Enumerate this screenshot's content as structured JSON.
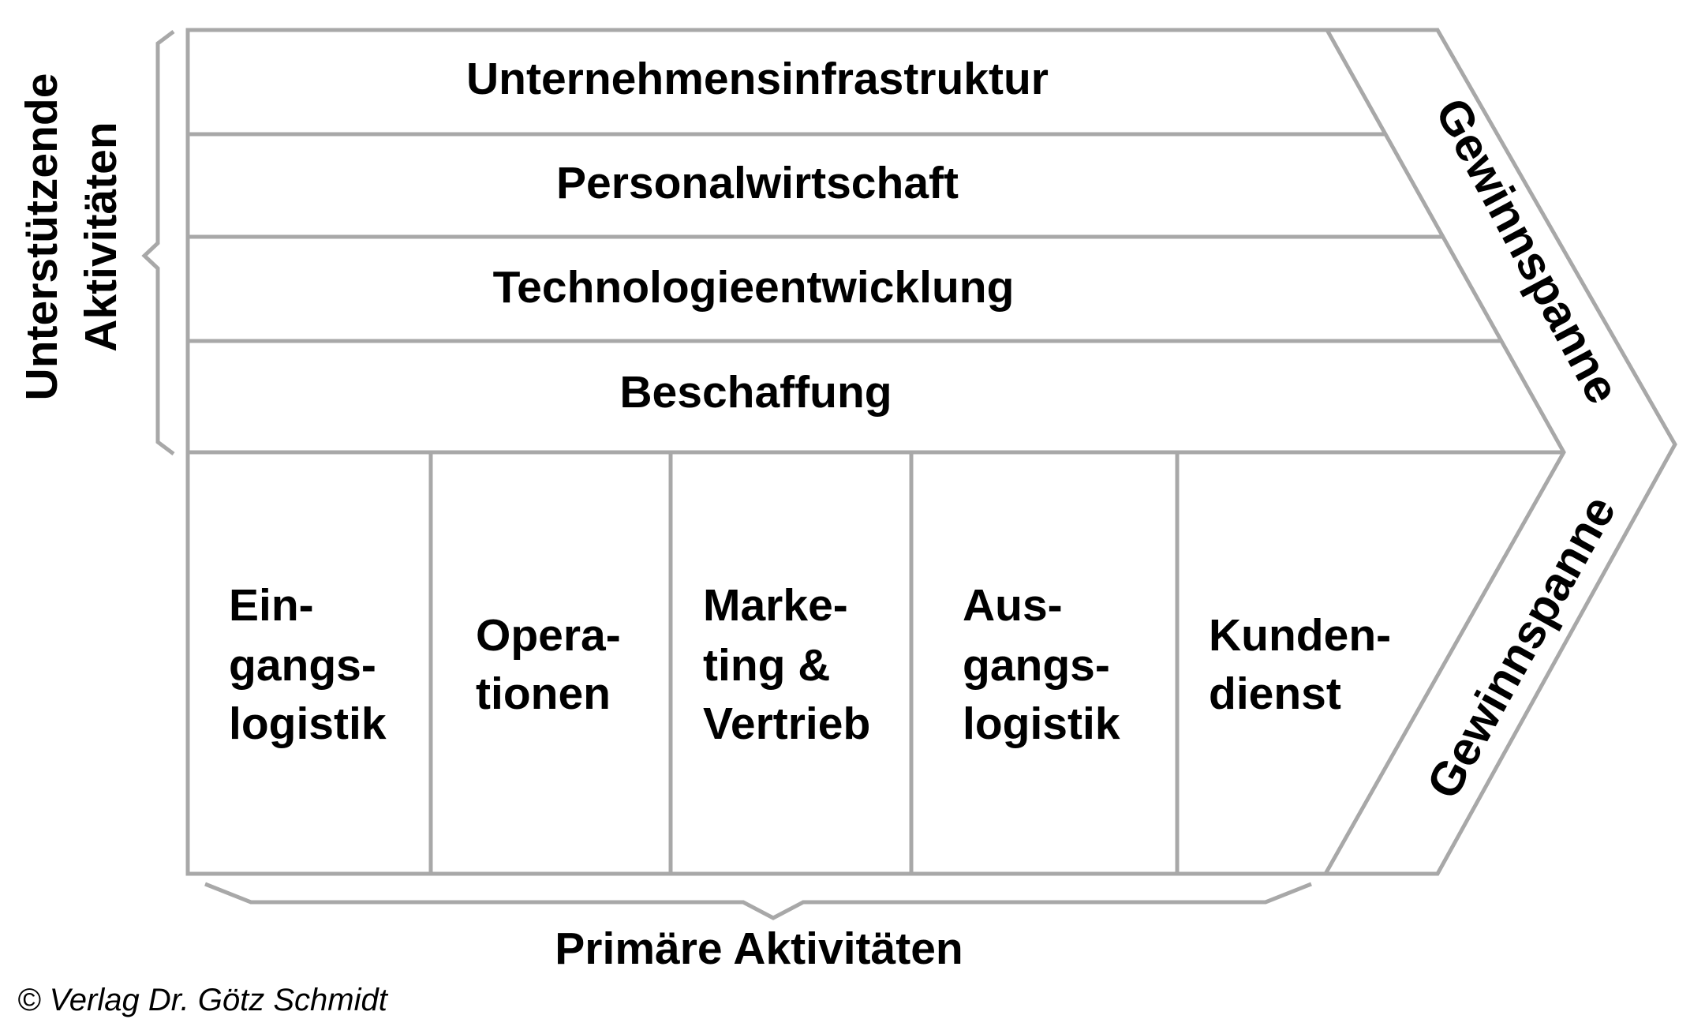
{
  "support_activities": [
    {
      "label": "Unternehmensinfrastruktur"
    },
    {
      "label": "Personalwirtschaft"
    },
    {
      "label": "Technologieentwicklung"
    },
    {
      "label": "Beschaffung"
    }
  ],
  "primary_activities": [
    {
      "lines": [
        "Ein-",
        "gangs-",
        "logistik"
      ]
    },
    {
      "lines": [
        "Opera-",
        "tionen"
      ]
    },
    {
      "lines": [
        "Marke-",
        "ting &",
        "Vertrieb"
      ]
    },
    {
      "lines": [
        "Aus-",
        "gangs-",
        "logistik"
      ]
    },
    {
      "lines": [
        "Kunden-",
        "dienst"
      ]
    }
  ],
  "margin_labels": {
    "top": "Gewinnspanne",
    "bottom": "Gewinnspanne"
  },
  "axis_labels": {
    "support_line1": "Unterstützende",
    "support_line2": "Aktivitäten",
    "primary": "Primäre Aktivitäten"
  },
  "copyright": "© Verlag Dr. Götz Schmidt"
}
